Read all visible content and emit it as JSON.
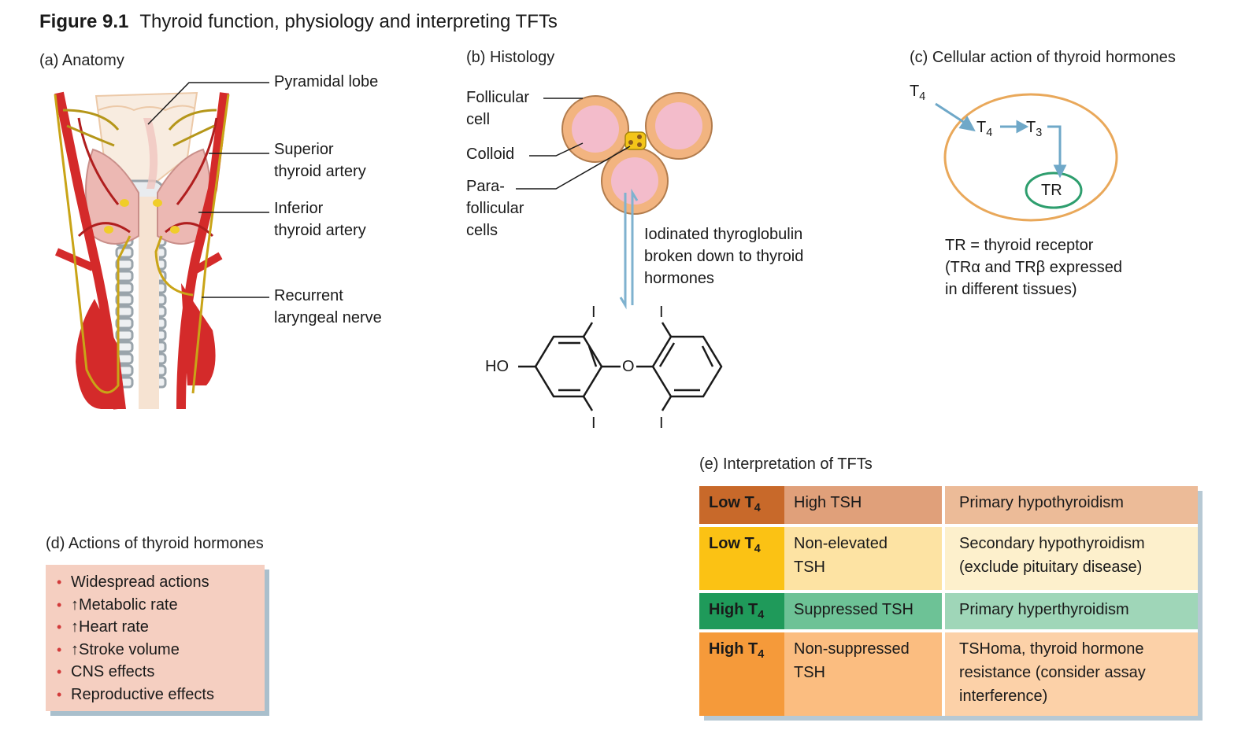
{
  "figure": {
    "number": "Figure 9.1",
    "title": "Thyroid function, physiology and interpreting TFTs"
  },
  "panels": {
    "anatomy": {
      "label": "(a) Anatomy",
      "callouts": [
        {
          "line1": "Pyramidal lobe",
          "line2": ""
        },
        {
          "line1": "Superior",
          "line2": "thyroid artery"
        },
        {
          "line1": "Inferior",
          "line2": "thyroid artery"
        },
        {
          "line1": "Recurrent",
          "line2": "laryngeal nerve"
        }
      ]
    },
    "histology": {
      "label": "(b) Histology",
      "callouts": [
        {
          "line1": "Follicular",
          "line2": "cell",
          "line3": ""
        },
        {
          "line1": "Colloid",
          "line2": "",
          "line3": ""
        },
        {
          "line1": "Para-",
          "line2": "follicular",
          "line3": "cells"
        }
      ],
      "arrow_note": [
        "Iodinated thyroglobulin",
        "broken down to thyroid",
        "hormones"
      ],
      "molecule": {
        "ho": "HO",
        "o": "O",
        "iodine": "I"
      }
    },
    "cellular": {
      "label": "(c) Cellular action of thyroid hormones",
      "t4_outer": {
        "base": "T",
        "sub": "4"
      },
      "t4_inner": {
        "base": "T",
        "sub": "4"
      },
      "t3": {
        "base": "T",
        "sub": "3"
      },
      "receptor": "TR",
      "legend": [
        "TR = thyroid receptor",
        "(TRα and TRβ expressed",
        "in different tissues)"
      ],
      "colors": {
        "cell": "#e9a85a",
        "nucleus": "#2e9e6e",
        "arrow": "#6fa8c8"
      }
    },
    "actions": {
      "label": "(d) Actions of thyroid hormones",
      "bullet": "•",
      "items": [
        "Widespread actions",
        "↑Metabolic rate",
        "↑Heart rate",
        "↑Stroke volume",
        "CNS effects",
        "Reproductive effects"
      ],
      "colors": {
        "box": "#f5cfc1",
        "bullet": "#d23a3a"
      }
    },
    "tft": {
      "label": "(e) Interpretation of TFTs",
      "rows": [
        {
          "t4": "Low T",
          "t4_sub": "4",
          "tsh": [
            "High TSH"
          ],
          "interp": [
            "Primary hypothyroidism"
          ],
          "colors": [
            "#c8692a",
            "#e0a07a",
            "#ecbb98"
          ]
        },
        {
          "t4": "Low T",
          "t4_sub": "4",
          "tsh": [
            "Non-elevated",
            "TSH"
          ],
          "interp": [
            "Secondary hypothyroidism",
            "(exclude pituitary disease)"
          ],
          "colors": [
            "#fbc214",
            "#fde3a3",
            "#fdf0cc"
          ]
        },
        {
          "t4": "High T",
          "t4_sub": "4",
          "tsh": [
            "Suppressed TSH"
          ],
          "interp": [
            "Primary hyperthyroidism"
          ],
          "colors": [
            "#1f9a5a",
            "#6dc296",
            "#9fd6b8"
          ]
        },
        {
          "t4": "High T",
          "t4_sub": "4",
          "tsh": [
            "Non-suppressed",
            "TSH"
          ],
          "interp": [
            "TSHoma, thyroid hormone",
            "resistance (consider assay",
            "interference)"
          ],
          "colors": [
            "#f59a3a",
            "#fbbd80",
            "#fcd1a8"
          ]
        }
      ]
    }
  }
}
